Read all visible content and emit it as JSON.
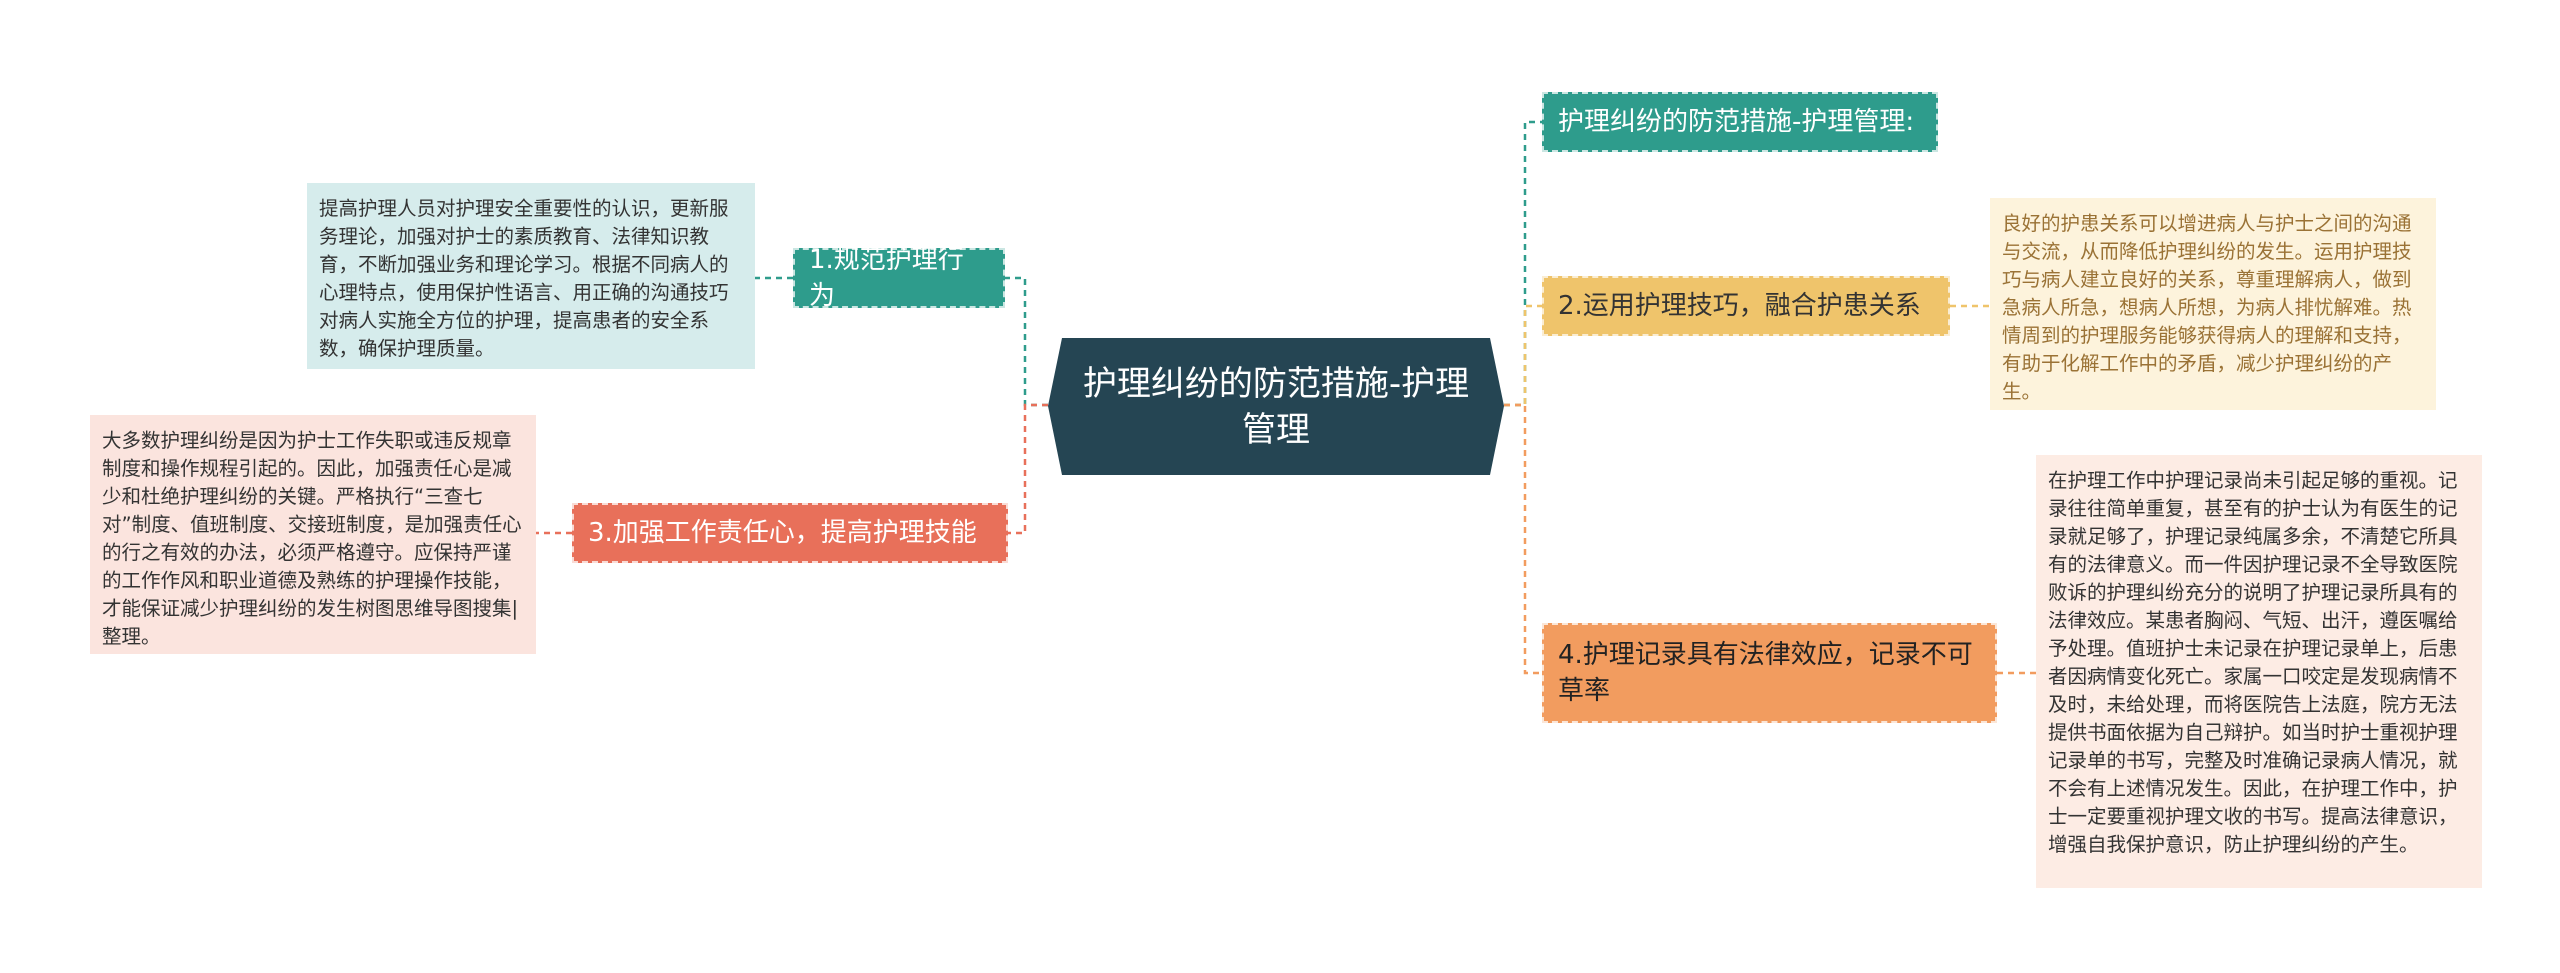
{
  "center": {
    "title": "护理纠纷的防范措施-护理管理"
  },
  "branches": {
    "b1": {
      "label": "1.规范护理行为"
    },
    "b3": {
      "label": "3.加强工作责任心，提高护理技能"
    },
    "t1": {
      "label": "护理纠纷的防范措施-护理管理:"
    },
    "b2": {
      "label": "2.运用护理技巧，融合护患关系"
    },
    "b4": {
      "label": "4.护理记录具有法律效应，记录不可草率"
    }
  },
  "notes": {
    "n1": "提高护理人员对护理安全重要性的认识，更新服务理论，加强对护士的素质教育、法律知识教育，不断加强业务和理论学习。根据不同病人的心理特点，使用保护性语言、用正确的沟通技巧对病人实施全方位的护理，提高患者的安全系数，确保护理质量。",
    "n3": "大多数护理纠纷是因为护士工作失职或违反规章制度和操作规程引起的。因此，加强责任心是减少和杜绝护理纠纷的关键。严格执行“三查七对”制度、值班制度、交接班制度，是加强责任心的行之有效的办法，必须严格遵守。应保持严谨的工作作风和职业道德及熟练的护理操作技能，才能保证减少护理纠纷的发生树图思维导图搜集|整理。",
    "n2": "良好的护患关系可以增进病人与护士之间的沟通与交流，从而降低护理纠纷的发生。运用护理技巧与病人建立良好的关系，尊重理解病人，做到急病人所急，想病人所想，为病人排忧解难。热情周到的护理服务能够获得病人的理解和支持，有助于化解工作中的矛盾，减少护理纠纷的产生。",
    "n4": "在护理工作中护理记录尚未引起足够的重视。记录往往简单重复，甚至有的护士认为有医生的记录就足够了，护理记录纯属多余，不清楚它所具有的法律意义。而一件因护理记录不全导致医院败诉的护理纠纷充分的说明了护理记录所具有的法律效应。某患者胸闷、气短、出汗，遵医嘱给予处理。值班护士未记录在护理记录单上，后患者因病情变化死亡。家属一口咬定是发现病情不及时，未给处理，而将医院告上法庭，院方无法提供书面依据为自己辩护。如当时护士重视护理记录单的书写，完整及时准确记录病人情况，就不会有上述情况发生。因此，在护理工作中，护士一定要重视护理文收的书写。提高法律意识，增强自我保护意识，防止护理纠纷的产生。"
  },
  "colors": {
    "center": "#254553",
    "teal": "#2e9c8c",
    "red": "#e8705a",
    "yellow": "#efc46b",
    "orange": "#f29c5f"
  }
}
